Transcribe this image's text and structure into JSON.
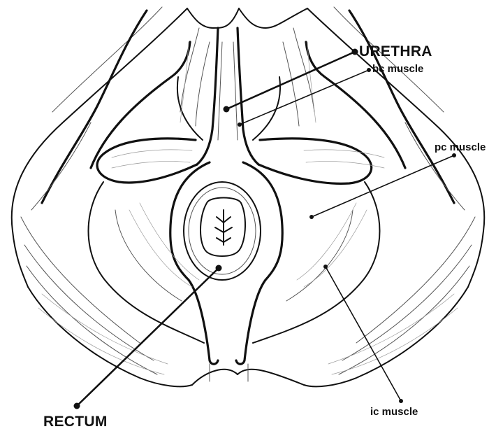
{
  "labels": {
    "urethra": "URETHRA",
    "bc_muscle": "bc muscle",
    "pc_muscle": "pc muscle",
    "ic_muscle": "ic muscle",
    "rectum": "RECTUM"
  },
  "colors": {
    "ink": "#111111",
    "fiber": "#9a9a9a",
    "background": "#ffffff"
  }
}
